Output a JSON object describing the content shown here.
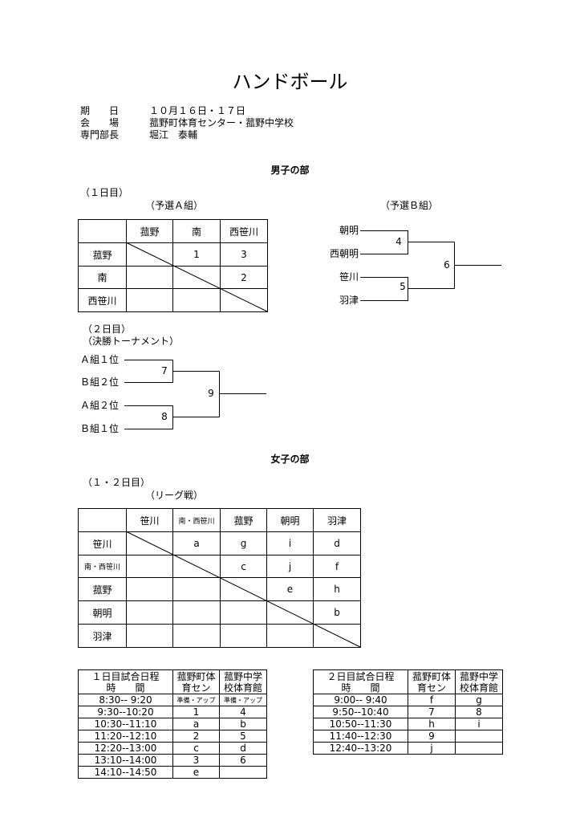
{
  "title": "ハンドボール",
  "info": [
    {
      "label": "期　　日",
      "value": "１０月１６日・１７日"
    },
    {
      "label": "会　　場",
      "value": "菰野町体育センター・菰野中学校"
    },
    {
      "label": "専門部長",
      "value": "堀江　泰輔"
    }
  ],
  "boys": {
    "heading": "男子の部",
    "day1_label": "（１日目）",
    "group_a": {
      "label": "（予選Ａ組）",
      "teams": [
        "菰野",
        "南",
        "西笹川"
      ],
      "results": [
        [
          "",
          "1",
          "3"
        ],
        [
          "",
          "",
          "2"
        ],
        [
          "",
          "",
          ""
        ]
      ]
    },
    "group_b": {
      "label": "（予選Ｂ組）",
      "teams": [
        "朝明",
        "西朝明",
        "笹川",
        "羽津"
      ],
      "matches": [
        "4",
        "5",
        "6"
      ]
    },
    "day2_label": "（２日目）",
    "final": {
      "label": "（決勝トーナメント）",
      "seeds": [
        "Ａ組１位",
        "Ｂ組２位",
        "Ａ組２位",
        "Ｂ組１位"
      ],
      "matches": [
        "7",
        "8",
        "9"
      ]
    }
  },
  "girls": {
    "heading": "女子の部",
    "days_label": "（１・２日目）",
    "league_label": "（リーグ戦）",
    "teams": [
      "笹川",
      "南・西笹川",
      "菰野",
      "朝明",
      "羽津"
    ],
    "results": [
      [
        "",
        "a",
        "g",
        "i",
        "d"
      ],
      [
        "",
        "",
        "c",
        "j",
        "f"
      ],
      [
        "",
        "",
        "",
        "e",
        "h"
      ],
      [
        "",
        "",
        "",
        "",
        "b"
      ],
      [
        "",
        "",
        "",
        "",
        ""
      ]
    ]
  },
  "schedules": [
    {
      "title": "１日目試合日程",
      "time_header": "時　　間",
      "venues": [
        [
          "菰野町体",
          "育セン"
        ],
        [
          "菰野中学",
          "校体育館"
        ]
      ],
      "rows": [
        [
          "8:30-- 9:20",
          "準備・アップ",
          "準備・アップ"
        ],
        [
          "9:30--10:20",
          "1",
          "4"
        ],
        [
          "10:30--11:10",
          "a",
          "b"
        ],
        [
          "11:20--12:10",
          "2",
          "5"
        ],
        [
          "12:20--13:00",
          "c",
          "d"
        ],
        [
          "13:10--14:00",
          "3",
          "6"
        ],
        [
          "14:10--14:50",
          "e",
          ""
        ]
      ]
    },
    {
      "title": "２日目試合日程",
      "time_header": "時　　間",
      "venues": [
        [
          "菰野町体",
          "育セン"
        ],
        [
          "菰野中学",
          "校体育館"
        ]
      ],
      "rows": [
        [
          "9:00-- 9:40",
          "f",
          "g"
        ],
        [
          "9:50--10:40",
          "7",
          "8"
        ],
        [
          "10:50--11:30",
          "h",
          "i"
        ],
        [
          "11:40--12:30",
          "9",
          ""
        ],
        [
          "12:40--13:20",
          "j",
          ""
        ]
      ]
    }
  ]
}
